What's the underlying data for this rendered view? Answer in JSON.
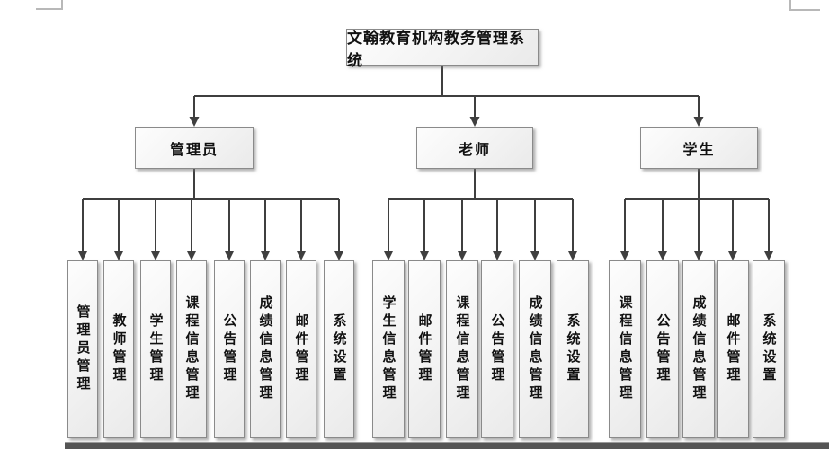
{
  "page": {
    "background": "#ffffff",
    "bottom_bar_color": "#555555",
    "corner_mark_color": "#b8b8b8"
  },
  "diagram": {
    "type": "org-chart",
    "root": {
      "label": "文翰教育机构教务管理系统"
    },
    "branches": [
      {
        "label": "管理员",
        "children": [
          "管理员管理",
          "教师管理",
          "学生管理",
          "课程信息管理",
          "公告管理",
          "成绩信息管理",
          "邮件管理",
          "系统设置"
        ]
      },
      {
        "label": "老师",
        "children": [
          "学生信息管理",
          "邮件管理",
          "课程信息管理",
          "公告管理",
          "成绩信息管理",
          "系统设置"
        ]
      },
      {
        "label": "学生",
        "children": [
          "课程信息管理",
          "公告管理",
          "成绩信息管理",
          "邮件管理",
          "系统设置"
        ]
      }
    ],
    "colors": {
      "line": "#3f3f3f",
      "box_border": "#8a8a8a",
      "box_fill": "#f3f3f3",
      "text": "#111111"
    }
  }
}
